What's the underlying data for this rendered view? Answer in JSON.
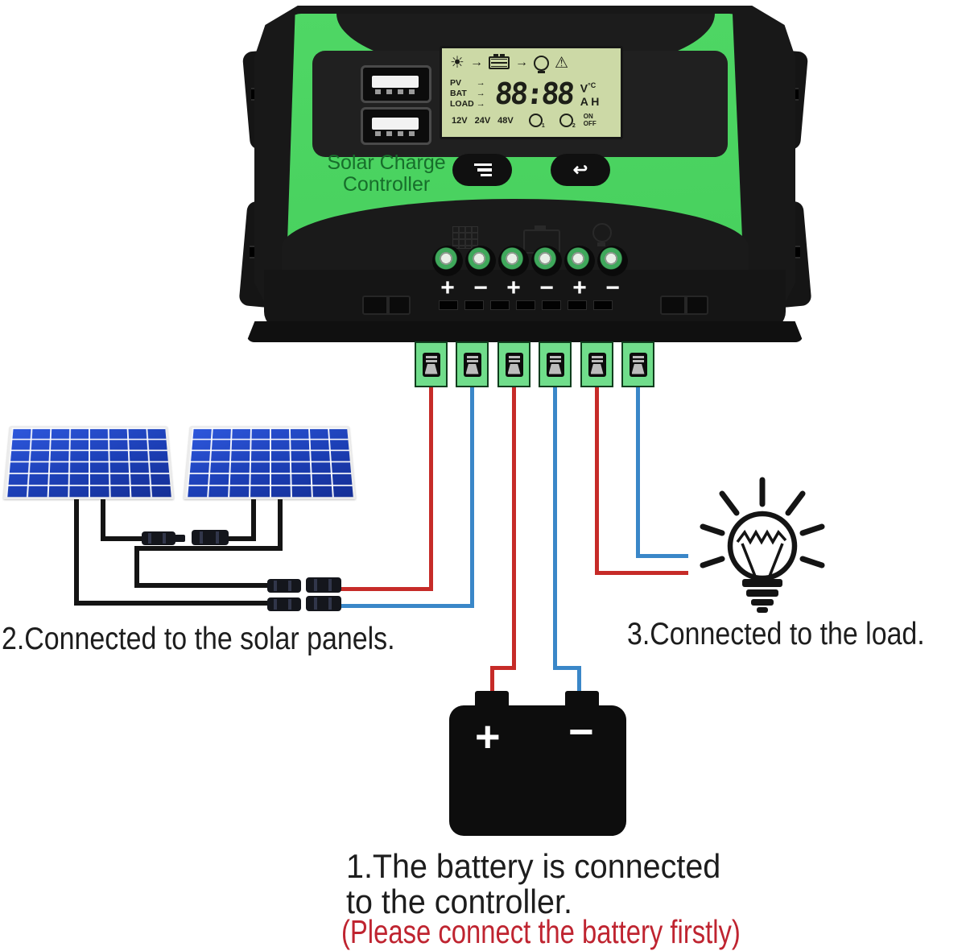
{
  "controller": {
    "brand_line1": "Solar Charge",
    "brand_line2": "Controller",
    "lcd": {
      "pv": "PV",
      "bat": "BAT",
      "load": "LOAD",
      "arrow": "→",
      "digits": "88:88",
      "unit_v": "V",
      "unit_c": "°C",
      "unit_a": "A",
      "unit_h": "H",
      "voltages": [
        "12V",
        "24V",
        "48V"
      ],
      "on": "ON",
      "off": "OFF",
      "clock1_sub": "1",
      "clock2_sub": "2",
      "sun_glyph": "☀",
      "warn_glyph": "⚠"
    },
    "buttons": {
      "back_glyph": "↩"
    },
    "terminal_signs": [
      "+",
      "−",
      "+",
      "−",
      "+",
      "−"
    ]
  },
  "battery": {
    "plus": "+",
    "minus": "−"
  },
  "captions": {
    "solar": "2.Connected to the solar panels.",
    "load": "3.Connected to the load.",
    "battery_line1": "1.The battery is connected",
    "battery_line2": "to the controller.",
    "battery_note": "(Please connect the battery firstly)"
  },
  "colors": {
    "face_green": "#4fd765",
    "block_green": "#70dd8b",
    "lcd_bg": "#ccd9a6",
    "wire_red": "#c62b28",
    "wire_blue": "#3a87c8",
    "wire_black": "#141414",
    "note_red": "#bf2430",
    "panel_blue": "#1c3fb6"
  },
  "icons": {
    "sun-icon": "☀ sun on LCD",
    "battery-icon": "battery outline",
    "bulb-icon": "light bulb outline",
    "warning-icon": "⚠ triangle",
    "alarm-clock-icon": "clock circle",
    "menu-icon": "stacked bars",
    "back-icon": "↩ return arrow",
    "usb-port-icon": "USB-A port",
    "screw-terminal-icon": "green screw terminal",
    "mc4-connector-icon": "MC4 cable connector"
  }
}
